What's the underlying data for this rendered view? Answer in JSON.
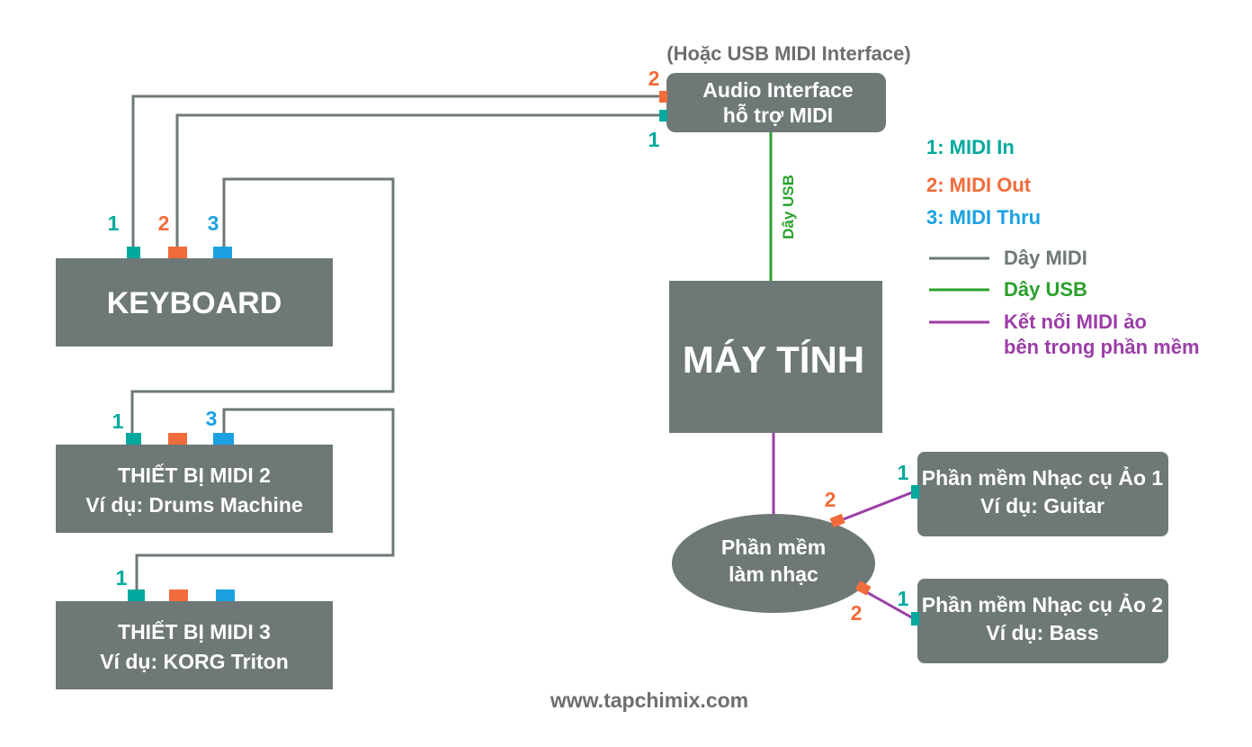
{
  "colors": {
    "box": "#6e7877",
    "midi_in": "#00a99d",
    "midi_out": "#f26b3a",
    "midi_thru": "#1ba1e2",
    "midi_cable": "#6e7877",
    "usb_cable": "#2ca02c",
    "virtual": "#9b3ea6",
    "footer": "#6d6e71"
  },
  "note": "(Hoặc USB MIDI Interface)",
  "interface": {
    "line1": "Audio Interface",
    "line2": "hỗ trợ MIDI",
    "port_in": "1",
    "port_out": "2"
  },
  "usb_label": "Dây USB",
  "computer": "MÁY TÍNH",
  "keyboard": {
    "label": "KEYBOARD",
    "port_in": "1",
    "port_out": "2",
    "port_thru": "3"
  },
  "device2": {
    "line1": "THIẾT BỊ MIDI 2",
    "line2": "Ví dụ: Drums Machine",
    "port_in": "1",
    "port_thru": "3"
  },
  "device3": {
    "line1": "THIẾT BỊ MIDI 3",
    "line2": "Ví dụ: KORG Triton",
    "port_in": "1"
  },
  "daw": {
    "line1": "Phần mềm",
    "line2": "làm nhạc",
    "port_out_a": "2",
    "port_out_b": "2"
  },
  "vst1": {
    "line1": "Phần mềm Nhạc cụ Ảo 1",
    "line2": "Ví dụ: Guitar",
    "port_in": "1"
  },
  "vst2": {
    "line1": "Phần mềm Nhạc cụ Ảo 2",
    "line2": "Ví dụ: Bass",
    "port_in": "1"
  },
  "legend": {
    "midi_in": "1: MIDI In",
    "midi_out": "2: MIDI Out",
    "midi_thru": "3: MIDI Thru",
    "midi_cable": "Dây MIDI",
    "usb_cable": "Dây USB",
    "virtual_line1": "Kết nối MIDI ảo",
    "virtual_line2": "bên trong phần mềm"
  },
  "footer": "www.tapchimix.com"
}
